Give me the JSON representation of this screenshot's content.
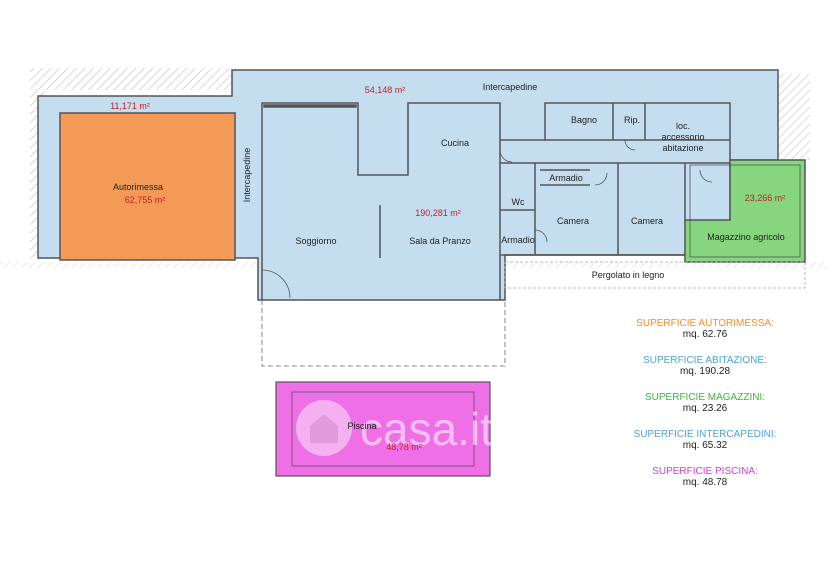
{
  "colors": {
    "autorimessa": "#f39a56",
    "abitazione": "#c4def0",
    "magazzino": "#86d67f",
    "intercapedine": "#c4def0",
    "piscina": "#ee6fe6",
    "legend_autorimessa": "#f28c28",
    "legend_abitazione": "#4aa3df",
    "legend_magazzini": "#3cb43c",
    "legend_intercapedini": "#4aa3df",
    "legend_piscina": "#d23cd2"
  },
  "rooms": {
    "autorimessa": "Autorimessa",
    "soggiorno": "Soggiorno",
    "sala_pranzo": "Sala da Pranzo",
    "cucina": "Cucina",
    "bagno": "Bagno",
    "rip": "Rip.",
    "loc_1": "loc.",
    "loc_2": "accessorio",
    "loc_3": "abitazione",
    "armadio_top": "Armadio",
    "wc": "Wc",
    "armadio_left": "Armadio",
    "camera_1": "Camera",
    "camera_2": "Camera",
    "magazzino": "Magazzino agricolo",
    "pergolato": "Pergolato in legno",
    "intercapedine_top": "Intercapedine",
    "intercapedine_side": "Intercapedine",
    "piscina": "Piscina"
  },
  "areas": {
    "autorimessa": "62,755 m²",
    "intercapedine_left": "11,171 m²",
    "intercapedine_top": "54,148 m²",
    "abitazione": "190,281 m²",
    "magazzino": "23,266 m²",
    "piscina": "48,78 m²"
  },
  "legend": [
    {
      "title": "SUPERFICIE AUTORIMESSA:",
      "value": "mq.  62.76",
      "color": "#f28c28"
    },
    {
      "title": "SUPERFICIE ABITAZIONE:",
      "value": "mq. 190.28",
      "color": "#4aa3df"
    },
    {
      "title": "SUPERFICIE MAGAZZINI:",
      "value": "mq. 23.26",
      "color": "#3cb43c"
    },
    {
      "title": "SUPERFICIE INTERCAPEDINI:",
      "value": "mq. 65.32",
      "color": "#4aa3df"
    },
    {
      "title": "SUPERFICIE PISCINA:",
      "value": "mq. 48.78",
      "color": "#d23cd2"
    }
  ],
  "watermark": "casa.it"
}
